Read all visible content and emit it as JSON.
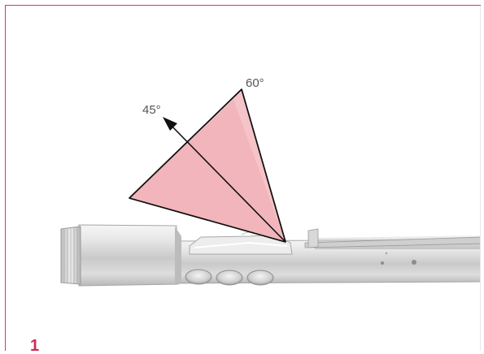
{
  "figure": {
    "number": "1",
    "angle_labels": {
      "wide": "60°",
      "narrow": "45°"
    }
  },
  "colors": {
    "frame_border": "#d33a63",
    "figure_number": "#cc2c55",
    "angle_label_text": "#555555",
    "fan_fill": "#f4c1c5",
    "fan_stroke": "#111111",
    "device_metal": "#d6d6d6"
  },
  "icons": {
    "light_fan": "triangle-fan-icon",
    "direction_arrow": "arrow-up-left-icon",
    "device": "pen-flashlight-icon"
  }
}
